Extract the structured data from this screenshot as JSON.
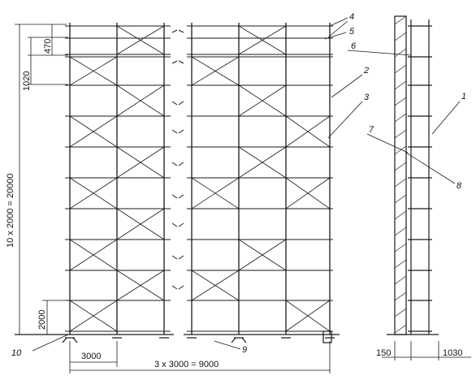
{
  "dimensions": {
    "total_height": "10 x 2000 = 20000",
    "top_offset": "470",
    "second_level": "1020",
    "bottom_tier": "2000",
    "bay_width": "3000",
    "total_width": "3 x 3000 = 9000",
    "wall_gap": "150",
    "wall_depth": "1030"
  },
  "callouts": {
    "c1": "1",
    "c2": "2",
    "c3": "3",
    "c4": "4",
    "c5": "5",
    "c6": "6",
    "c7": "7",
    "c8": "8",
    "c9": "9",
    "c10": "10"
  }
}
